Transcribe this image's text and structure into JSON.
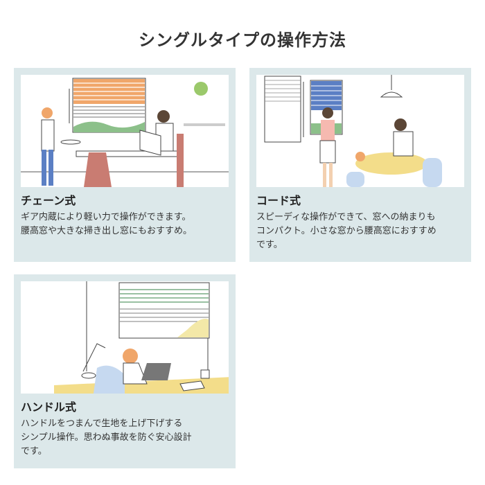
{
  "page": {
    "title": "シングルタイプの操作方法"
  },
  "cards": [
    {
      "title": "チェーン式",
      "lines": [
        "ギア内蔵により軽い力で操作ができます。",
        "腰高窓や大きな掃き出し窓にもおすすめ。"
      ]
    },
    {
      "title": "コード式",
      "lines": [
        "スピーディな操作ができて、窓への納まりも",
        "コンパクト。小さな窓から腰高窓におすすめ",
        "です。"
      ]
    },
    {
      "title": "ハンドル式",
      "lines": [
        "ハンドルをつまんで生地を上げ下げする",
        "シンプル操作。思わぬ事故を防ぐ安心設計",
        "です。"
      ]
    }
  ],
  "colors": {
    "card_bg": "#dce8ea",
    "orange": "#f0a66a",
    "blue": "#5b7fc4",
    "green": "#5c9a6a",
    "yellow": "#f3dd8a"
  }
}
